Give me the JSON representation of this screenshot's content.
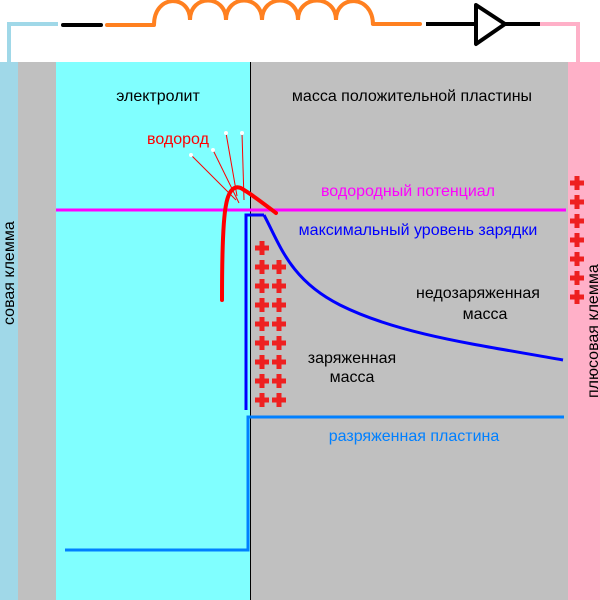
{
  "colors": {
    "negative_terminal": "#a0d8e8",
    "separator_gray": "#c0c0c0",
    "electrolyte": "#80ffff",
    "positive_mass": "#c0c0c0",
    "positive_terminal": "#ffb0c8",
    "inductor": "#ff8020",
    "wire_black": "#000000",
    "hydrogen": "#ff0000",
    "hydrogen_potential": "#ff00ff",
    "max_charge": "#0000ff",
    "discharged_plate": "#0080ff",
    "plus_sign": "#ee2020",
    "text_dark": "#000000"
  },
  "labels": {
    "negative_terminal": "совая клемма",
    "positive_terminal": "плюсовая клемма",
    "electrolyte": "электролит",
    "positive_mass": "масса положительной пластины",
    "hydrogen": "водород",
    "hydrogen_potential": "водородный потенциал",
    "max_charge_level": "максимальный уровень зарядки",
    "undercharged_mass_line1": "недозаряженная",
    "undercharged_mass_line2": "масса",
    "charged_mass_line1": "заряженная",
    "charged_mass_line2": "масса",
    "discharged_plate": "разряженная пластина"
  },
  "symbols": {
    "plus": "+",
    "circuit_components": [
      "wire",
      "inductor",
      "diode"
    ]
  },
  "plus_signs": {
    "mass_columns": 2,
    "mass_rows": 9,
    "terminal_count": 7
  }
}
